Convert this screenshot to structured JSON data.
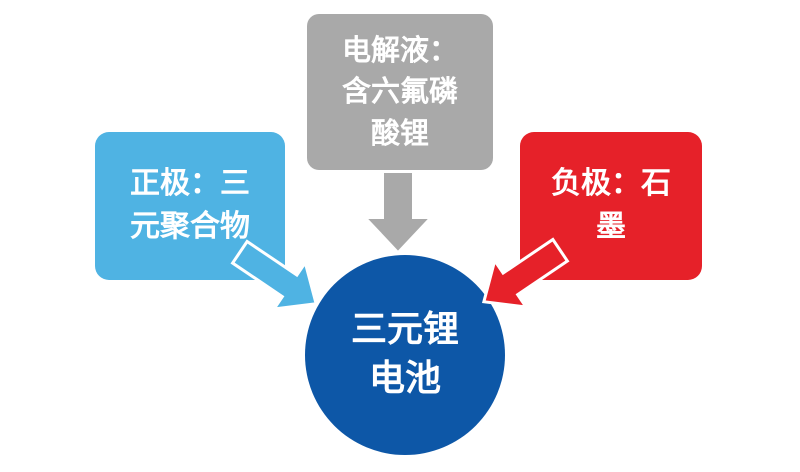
{
  "diagram": {
    "nodes": {
      "cathode": {
        "label": "正极：三元聚合物",
        "lines": [
          "正极：三",
          "元聚合物"
        ]
      },
      "electrolyte": {
        "label": "电解液：含六氟磷酸锂",
        "lines": [
          "电解液：",
          "含六氟磷",
          "酸锂"
        ]
      },
      "anode": {
        "label": "负极：石墨",
        "lines": [
          "负极：石",
          "墨"
        ]
      },
      "battery": {
        "label": "三元锂电池",
        "lines": [
          "三元锂",
          "电池"
        ]
      }
    },
    "colors": {
      "cathode_blue": "#4FB3E3",
      "electrolyte_gray": "#A9A9A9",
      "anode_red": "#E62129",
      "battery_blue": "#0D57A7",
      "text_white": "#FFFFFF",
      "background": "#FFFFFF"
    }
  }
}
